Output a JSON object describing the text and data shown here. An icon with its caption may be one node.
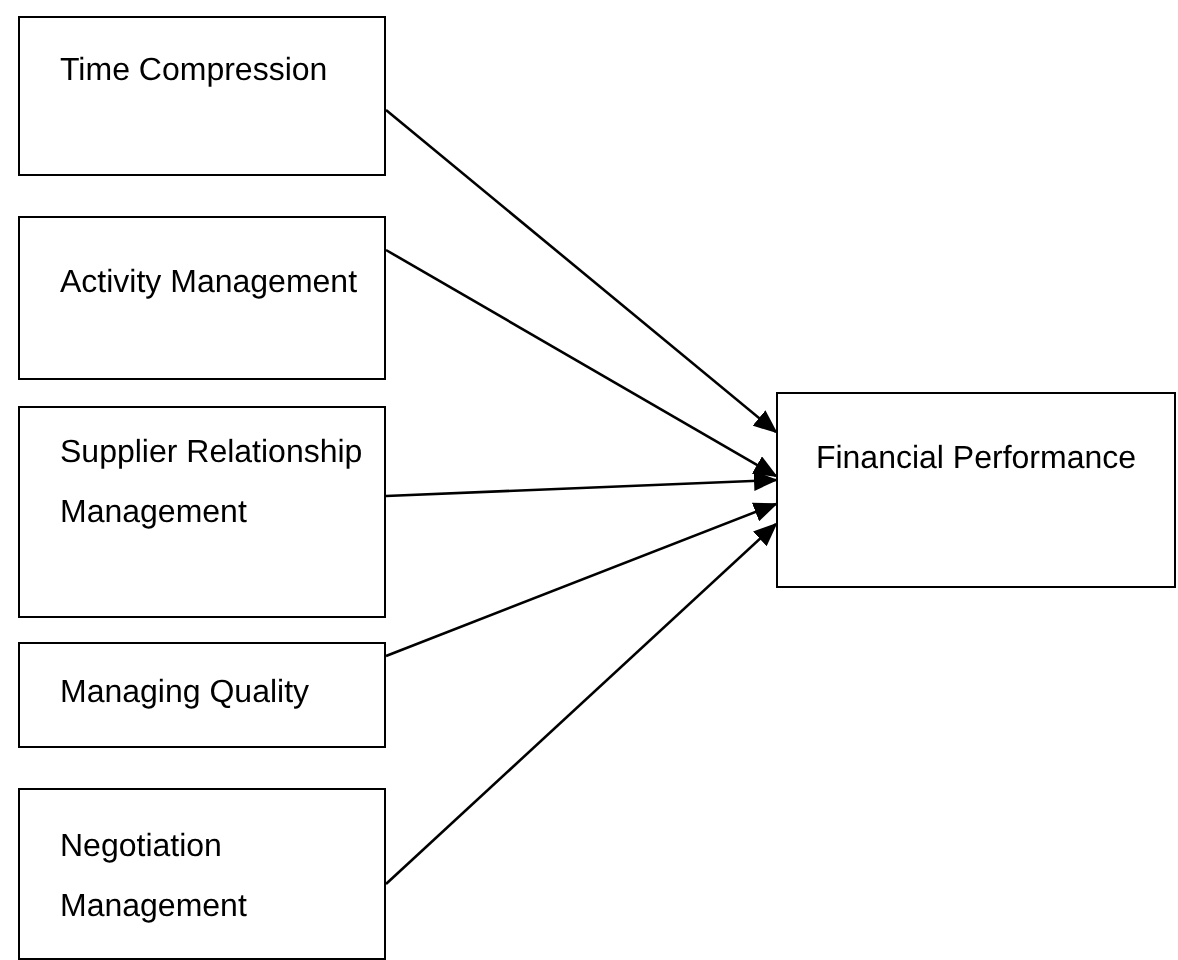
{
  "diagram": {
    "nodes": [
      {
        "text": [
          "Time Compression"
        ]
      },
      {
        "text": [
          "Activity Management"
        ]
      },
      {
        "text": [
          "Supplier Relationship Management"
        ]
      },
      {
        "text": [
          "Managing Quality"
        ]
      },
      {
        "text": [
          "Negotiation Management"
        ]
      },
      {
        "text": [
          "Financial Performance"
        ]
      }
    ],
    "edges": [
      {
        "from": 0,
        "to": 5,
        "arrow": "to"
      },
      {
        "from": 1,
        "to": 5,
        "arrow": "to"
      },
      {
        "from": 2,
        "to": 5,
        "arrow": "to"
      },
      {
        "from": 3,
        "to": 5,
        "arrow": "to"
      },
      {
        "from": 4,
        "to": 5,
        "arrow": "to"
      }
    ]
  }
}
